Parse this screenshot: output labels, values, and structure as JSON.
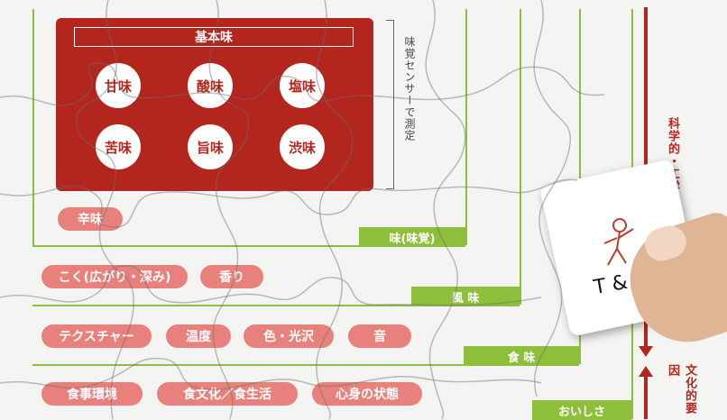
{
  "basic_taste": {
    "title": "基本味",
    "tastes": [
      "甘味",
      "酸味",
      "塩味",
      "苦味",
      "旨味",
      "渋味"
    ]
  },
  "sensor_caption": "味覚センサーで測定",
  "factors": {
    "row1": [
      "辛味"
    ],
    "row2": [
      "こく(広がり・深み)",
      "香り"
    ],
    "row3": [
      "テクスチャー",
      "温度",
      "色・光沢",
      "音"
    ],
    "row4": [
      "食事環境",
      "食文化／食生活",
      "心身の状態"
    ]
  },
  "levels": [
    "味(味覚)",
    "風 味",
    "食 味",
    "おいしさ"
  ],
  "side_labels": {
    "science": "科学的・工学的",
    "culture": "文化的要因"
  },
  "card": {
    "text": "T & A"
  },
  "colors": {
    "red": "#b3261e",
    "pink": "#e8807c",
    "green": "#8dbf3b"
  }
}
